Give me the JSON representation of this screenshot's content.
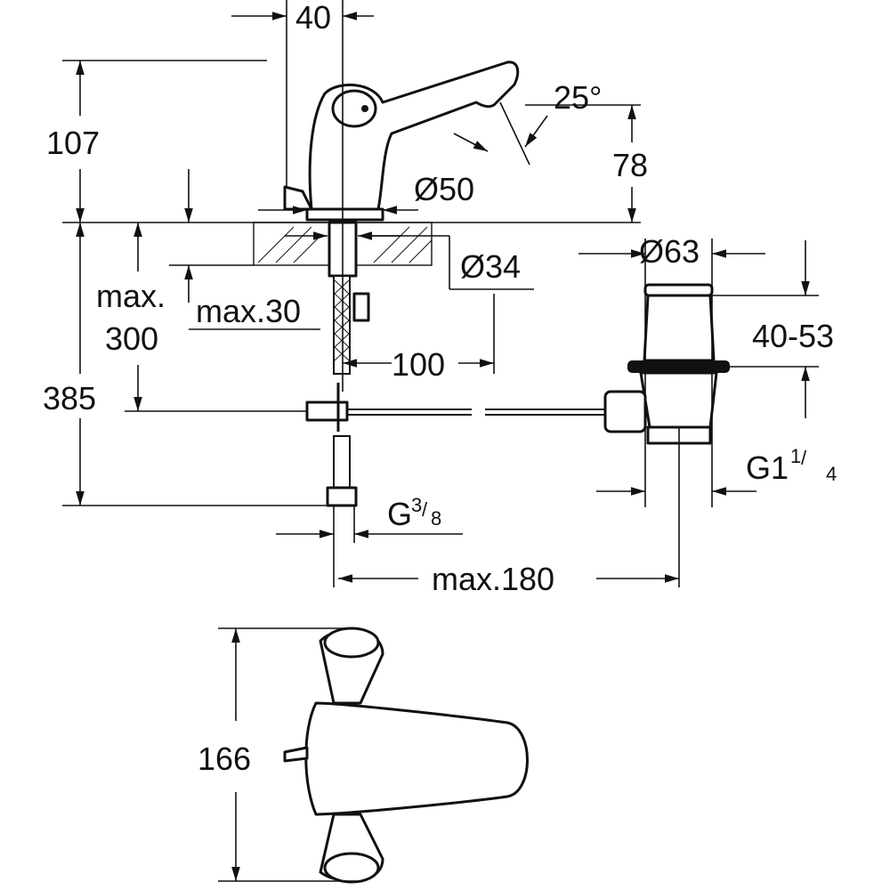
{
  "drawing": {
    "dimensions": {
      "spout_center_width": "40",
      "height_total": "107",
      "spout_angle": "25°",
      "spout_height": "78",
      "base_diameter": "Ø50",
      "hole_diameter": "Ø34",
      "waste_diameter": "Ø63",
      "waste_thickness": "40-53",
      "hose_max_label": "max.",
      "hose_max_value": "300",
      "deck_max": "max.30",
      "offset": "100",
      "overall_height": "385",
      "waste_thread_main": "G1",
      "waste_thread_num": "1",
      "waste_thread_den": "4",
      "supply_thread_main": "G",
      "supply_thread_num": "3",
      "supply_thread_den": "8",
      "waste_distance": "max.180",
      "top_view_depth": "166"
    }
  }
}
